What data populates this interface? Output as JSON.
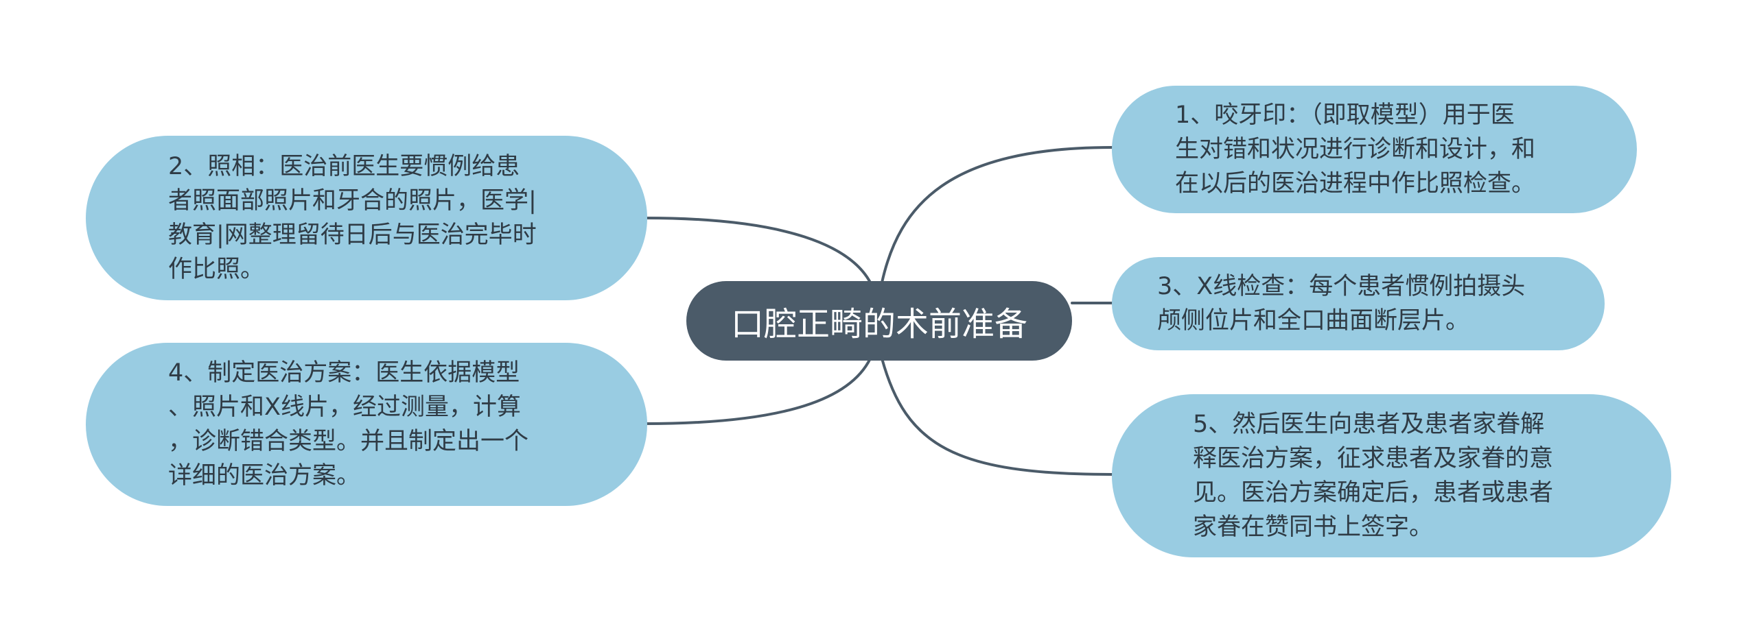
{
  "colors": {
    "root_fill": "#4b5b69",
    "root_text": "#ffffff",
    "node_fill": "#99cce2",
    "node_text": "#2f3b45",
    "connector": "#4b5b69"
  },
  "root": {
    "title": "口腔正畸的术前准备"
  },
  "nodes": {
    "n1": "1、咬牙印：（即取模型）用于医\n生对错和状况进行诊断和设计，和\n在以后的医治进程中作比照检查。",
    "n2": "2、照相：医治前医生要惯例给患\n者照面部照片和牙合的照片，医学|\n教育|网整理留待日后与医治完毕时\n作比照。",
    "n3": "3、X线检查：每个患者惯例拍摄头\n颅侧位片和全口曲面断层片。",
    "n4": "4、制定医治方案：医生依据模型\n、照片和X线片，经过测量，计算\n，诊断错合类型。并且制定出一个\n详细的医治方案。",
    "n5": "5、然后医生向患者及患者家眷解\n释医治方案，征求患者及家眷的意\n见。医治方案确定后，患者或患者\n家眷在赞同书上签字。"
  }
}
